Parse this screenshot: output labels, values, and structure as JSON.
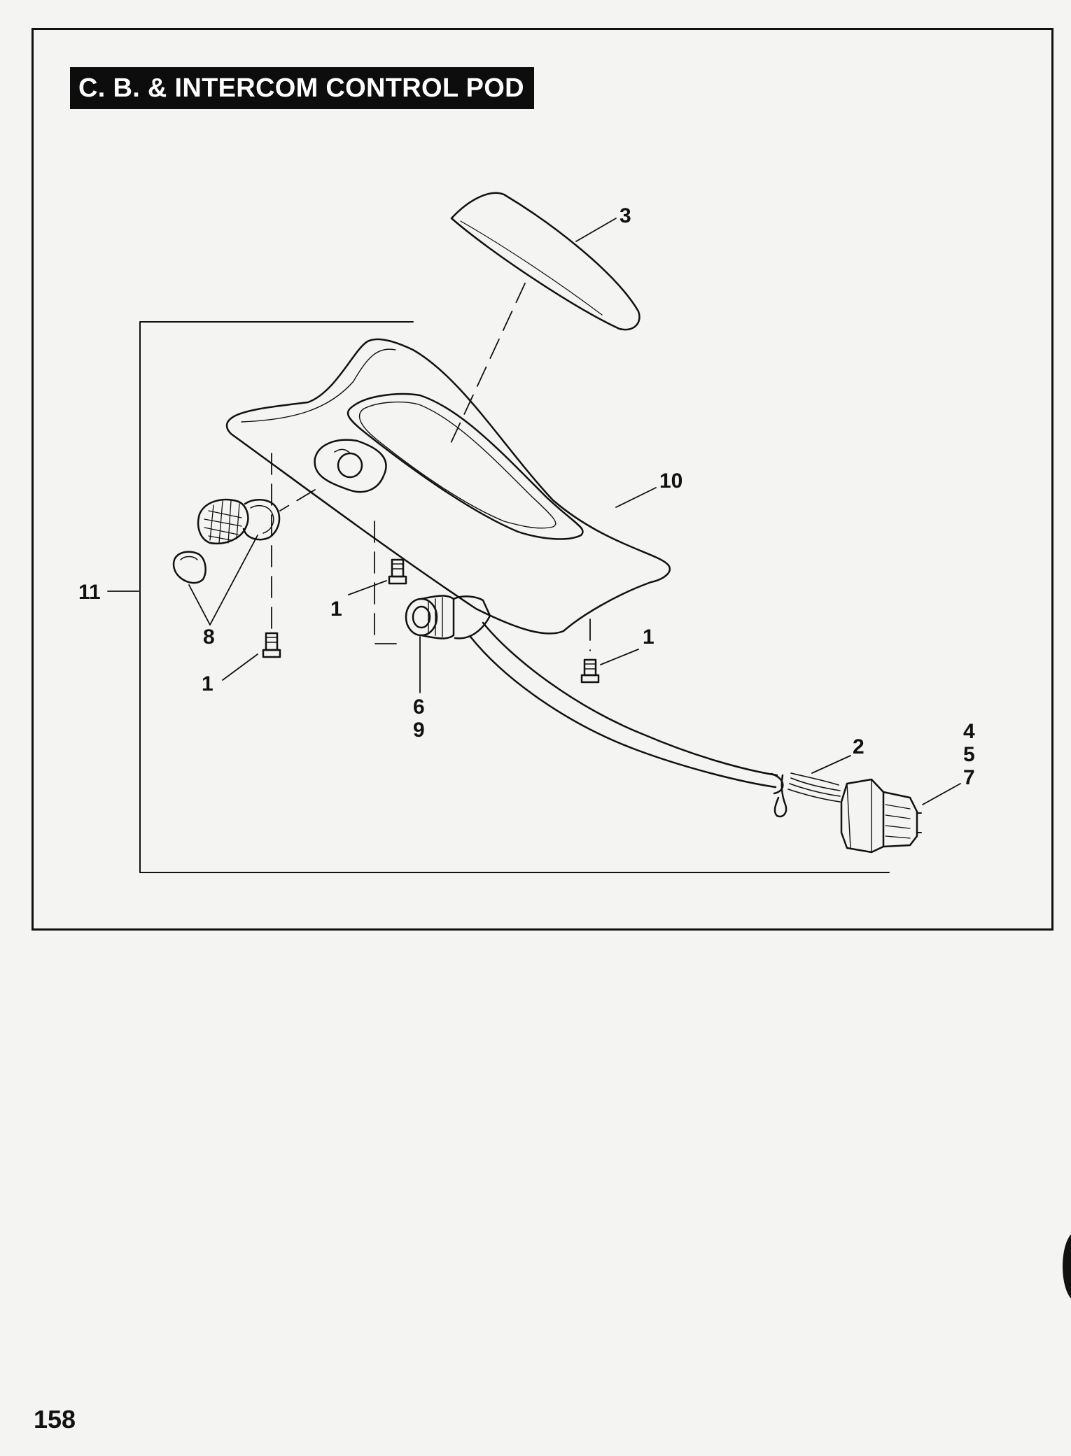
{
  "title": "C. B. & INTERCOM CONTROL POD",
  "page_number": "158",
  "callouts": {
    "c3": "3",
    "c10": "10",
    "c11": "11",
    "c8": "8",
    "c1_left": "1",
    "c1_mid": "1",
    "c1_right": "1",
    "c6": "6",
    "c9": "9",
    "c2": "2",
    "c4": "4",
    "c5": "5",
    "c7": "7"
  }
}
